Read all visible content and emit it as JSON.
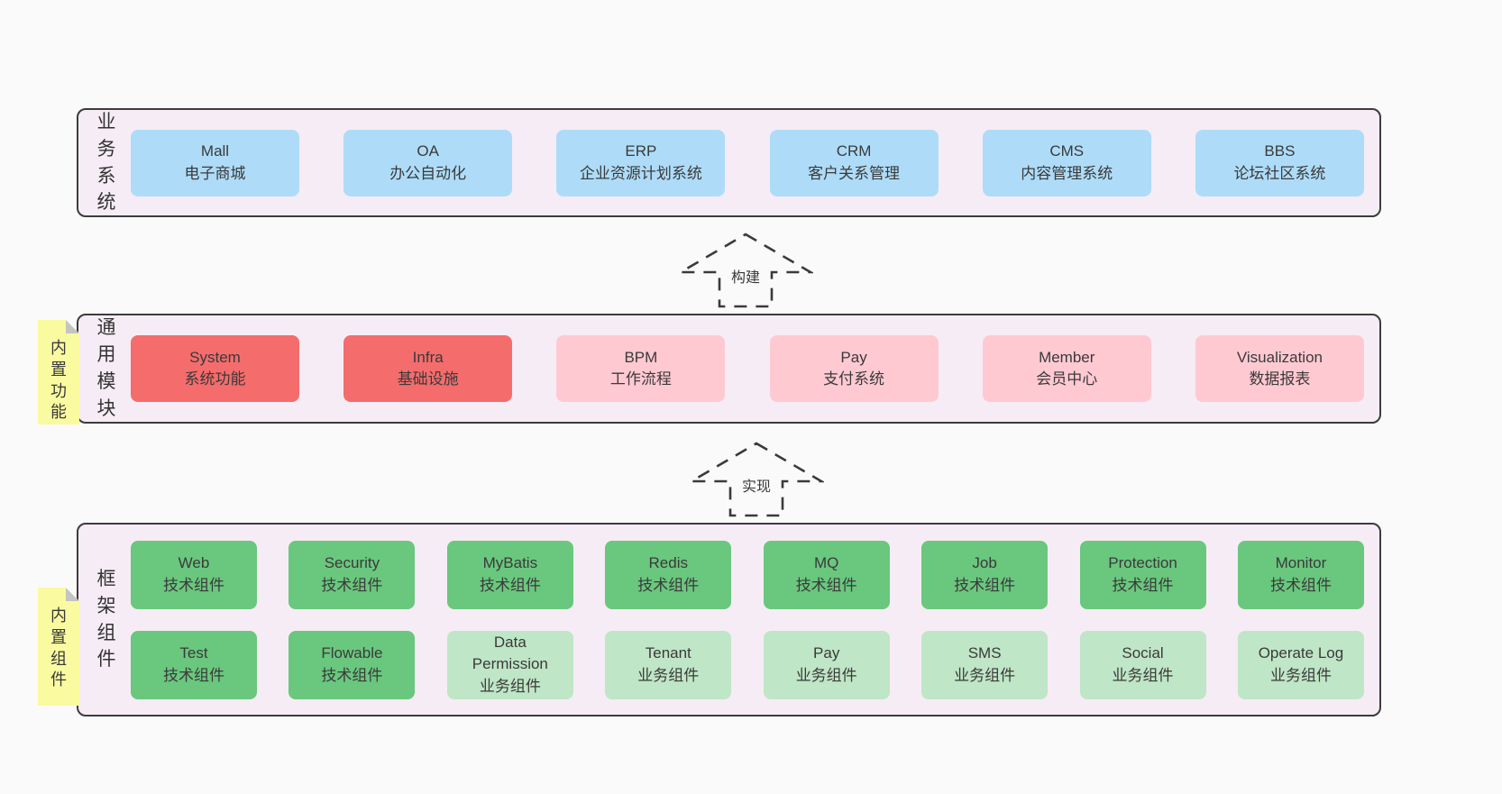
{
  "colors": {
    "page_bg": "#fafafa",
    "band_bg": "#f6ecf5",
    "band_border": "#3c3c3c",
    "blue_box": "#aedcf8",
    "red_box": "#f56c6c",
    "pink_box": "#ffc9d2",
    "green_box": "#6ac77e",
    "light_green_box": "#bfe6c6",
    "sticky_note": "#fafaa0",
    "sticky_fold": "#c4c4c4",
    "text": "#3a3a3a"
  },
  "arrows": [
    {
      "label": "构建"
    },
    {
      "label": "实现"
    }
  ],
  "notes": [
    {
      "label": "内置功能"
    },
    {
      "label": "内置组件"
    }
  ],
  "bands": [
    {
      "label": "业务系统",
      "boxes": [
        {
          "title": "Mall",
          "subtitle": "电子商城"
        },
        {
          "title": "OA",
          "subtitle": "办公自动化"
        },
        {
          "title": "ERP",
          "subtitle": "企业资源计划系统"
        },
        {
          "title": "CRM",
          "subtitle": "客户关系管理"
        },
        {
          "title": "CMS",
          "subtitle": "内容管理系统"
        },
        {
          "title": "BBS",
          "subtitle": "论坛社区系统"
        }
      ]
    },
    {
      "label": "通用模块",
      "boxes": [
        {
          "title": "System",
          "subtitle": "系统功能"
        },
        {
          "title": "Infra",
          "subtitle": "基础设施"
        },
        {
          "title": "BPM",
          "subtitle": "工作流程"
        },
        {
          "title": "Pay",
          "subtitle": "支付系统"
        },
        {
          "title": "Member",
          "subtitle": "会员中心"
        },
        {
          "title": "Visualization",
          "subtitle": "数据报表"
        }
      ]
    },
    {
      "label": "框架组件",
      "rows": [
        [
          {
            "title": "Web",
            "subtitle": "技术组件"
          },
          {
            "title": "Security",
            "subtitle": "技术组件"
          },
          {
            "title": "MyBatis",
            "subtitle": "技术组件"
          },
          {
            "title": "Redis",
            "subtitle": "技术组件"
          },
          {
            "title": "MQ",
            "subtitle": "技术组件"
          },
          {
            "title": "Job",
            "subtitle": "技术组件"
          },
          {
            "title": "Protection",
            "subtitle": "技术组件"
          },
          {
            "title": "Monitor",
            "subtitle": "技术组件"
          }
        ],
        [
          {
            "title": "Test",
            "subtitle": "技术组件"
          },
          {
            "title": "Flowable",
            "subtitle": "技术组件"
          },
          {
            "title": "Data Permission",
            "subtitle": "业务组件"
          },
          {
            "title": "Tenant",
            "subtitle": "业务组件"
          },
          {
            "title": "Pay",
            "subtitle": "业务组件"
          },
          {
            "title": "SMS",
            "subtitle": "业务组件"
          },
          {
            "title": "Social",
            "subtitle": "业务组件"
          },
          {
            "title": "Operate Log",
            "subtitle": "业务组件"
          }
        ]
      ]
    }
  ]
}
